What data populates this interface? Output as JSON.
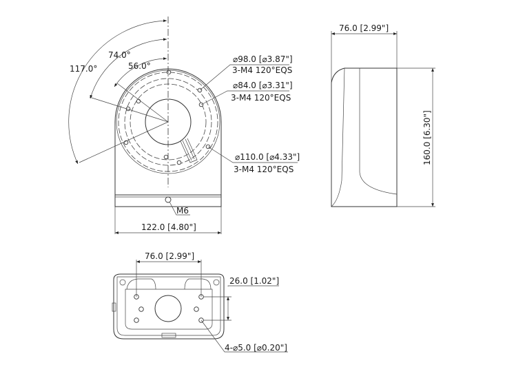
{
  "front_view": {
    "angle_117": "117.0°",
    "angle_74": "74.0°",
    "angle_56": "56.0°",
    "dia_98_line1": "⌀98.0 [⌀3.87\"]",
    "dia_98_line2": "3-M4 120°EQS",
    "dia_84_line1": "⌀84.0 [⌀3.31\"]",
    "dia_84_line2": "3-M4 120°EQS",
    "dia_110_line1": "⌀110.0 [⌀4.33\"]",
    "dia_110_line2": "3-M4 120°EQS",
    "screw_label": "M6",
    "width_dim": "122.0 [4.80\"]"
  },
  "side_view": {
    "depth_dim": "76.0 [2.99\"]",
    "height_dim": "160.0 [6.30\"]"
  },
  "bottom_view": {
    "hole_spacing_h": "76.0 [2.99\"]",
    "hole_spacing_v": "26.0 [1.02\"]",
    "hole_dia": "4-⌀5.0 [⌀0.20\"]"
  },
  "colors": {
    "line": "#333333",
    "background": "#ffffff"
  }
}
